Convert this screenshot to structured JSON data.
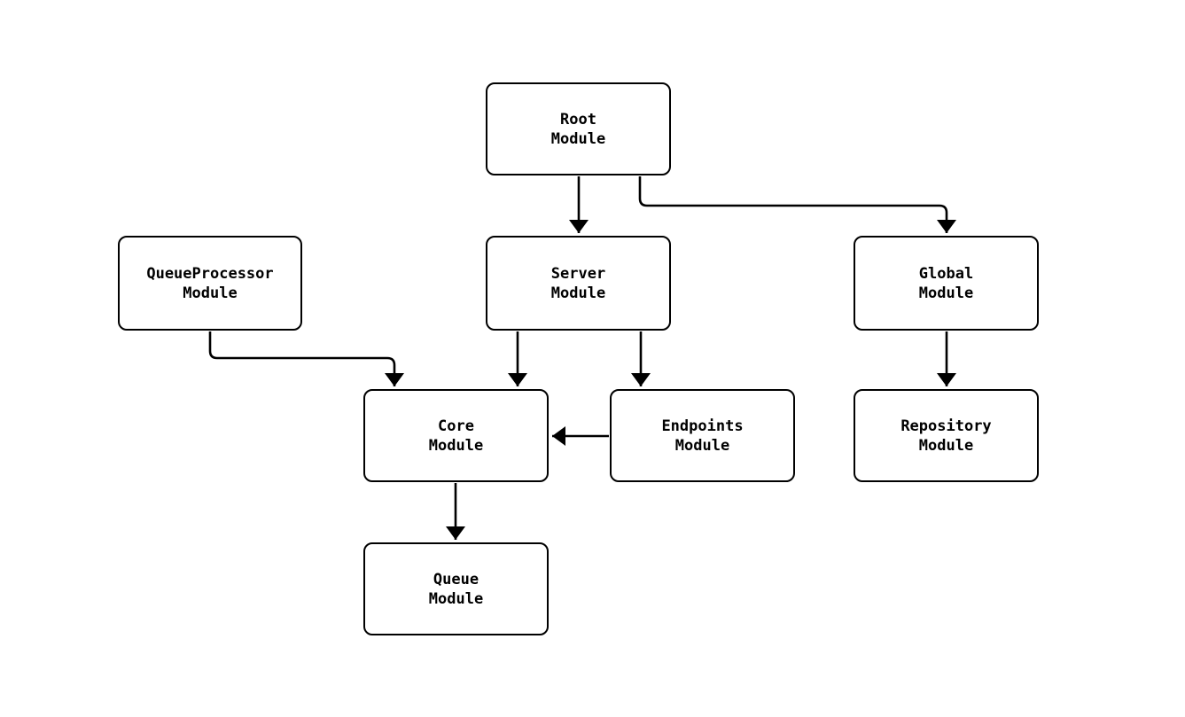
{
  "diagram": {
    "type": "module-dependency-graph",
    "background_color": "#ffffff",
    "node_fill_color": "#ffffff",
    "stroke_color": "#000000",
    "text_color": "#000000",
    "nodes": [
      {
        "id": "root",
        "label": "Root\nModule"
      },
      {
        "id": "queueprocessor",
        "label": "QueueProcessor\nModule"
      },
      {
        "id": "server",
        "label": "Server\nModule"
      },
      {
        "id": "global",
        "label": "Global\nModule"
      },
      {
        "id": "core",
        "label": "Core\nModule"
      },
      {
        "id": "endpoints",
        "label": "Endpoints\nModule"
      },
      {
        "id": "repository",
        "label": "Repository\nModule"
      },
      {
        "id": "queue",
        "label": "Queue\nModule"
      }
    ],
    "edges": [
      {
        "from": "Root Module",
        "to": "Server Module"
      },
      {
        "from": "Root Module",
        "to": "Global Module"
      },
      {
        "from": "QueueProcessor Module",
        "to": "Core Module"
      },
      {
        "from": "Server Module",
        "to": "Core Module"
      },
      {
        "from": "Server Module",
        "to": "Endpoints Module"
      },
      {
        "from": "Endpoints Module",
        "to": "Core Module"
      },
      {
        "from": "Global Module",
        "to": "Repository Module"
      },
      {
        "from": "Core Module",
        "to": "Queue Module"
      }
    ]
  }
}
